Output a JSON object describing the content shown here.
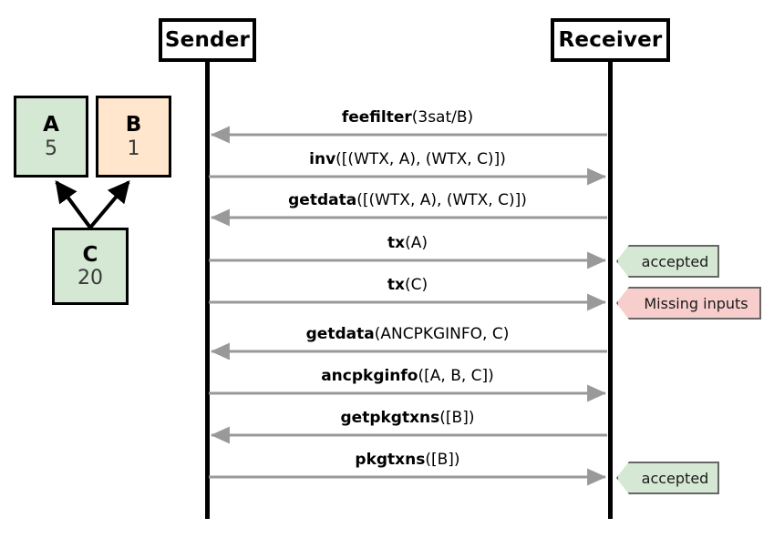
{
  "diagram": {
    "participants": {
      "sender": "Sender",
      "receiver": "Receiver"
    },
    "transactions": [
      {
        "id": "A",
        "fee": "5",
        "color": "#d5e8d4"
      },
      {
        "id": "B",
        "fee": "1",
        "color": "#ffe6cc"
      },
      {
        "id": "C",
        "fee": "20",
        "color": "#d5e8d4"
      }
    ],
    "dependency_edges": [
      {
        "from": "C",
        "to": "A"
      },
      {
        "from": "C",
        "to": "B"
      }
    ],
    "messages": [
      {
        "verb": "feefilter",
        "args": "(3sat/B)",
        "direction": "receiver-to-sender"
      },
      {
        "verb": "inv",
        "args": "([(WTX, A), (WTX, C)])",
        "direction": "sender-to-receiver"
      },
      {
        "verb": "getdata",
        "args": "([(WTX, A), (WTX, C)])",
        "direction": "receiver-to-sender"
      },
      {
        "verb": "tx",
        "args": "(A)",
        "direction": "sender-to-receiver"
      },
      {
        "verb": "tx",
        "args": "(C)",
        "direction": "sender-to-receiver"
      },
      {
        "verb": "getdata",
        "args": "(ANCPKGINFO, C)",
        "direction": "receiver-to-sender"
      },
      {
        "verb": "ancpkginfo",
        "args": "([A, B, C])",
        "direction": "sender-to-receiver"
      },
      {
        "verb": "getpkgtxns",
        "args": "([B])",
        "direction": "receiver-to-sender"
      },
      {
        "verb": "pkgtxns",
        "args": "([B])",
        "direction": "sender-to-receiver"
      }
    ],
    "status_badges": [
      {
        "label": "accepted",
        "status": "accepted",
        "color": "#d5e8d4"
      },
      {
        "label": "Missing inputs",
        "status": "rejected",
        "color": "#f8cecc"
      },
      {
        "label": "accepted",
        "status": "accepted",
        "color": "#d5e8d4"
      }
    ],
    "colors": {
      "arrow": "#999999",
      "lifeline": "#000000",
      "badge_border": "#666666"
    }
  }
}
